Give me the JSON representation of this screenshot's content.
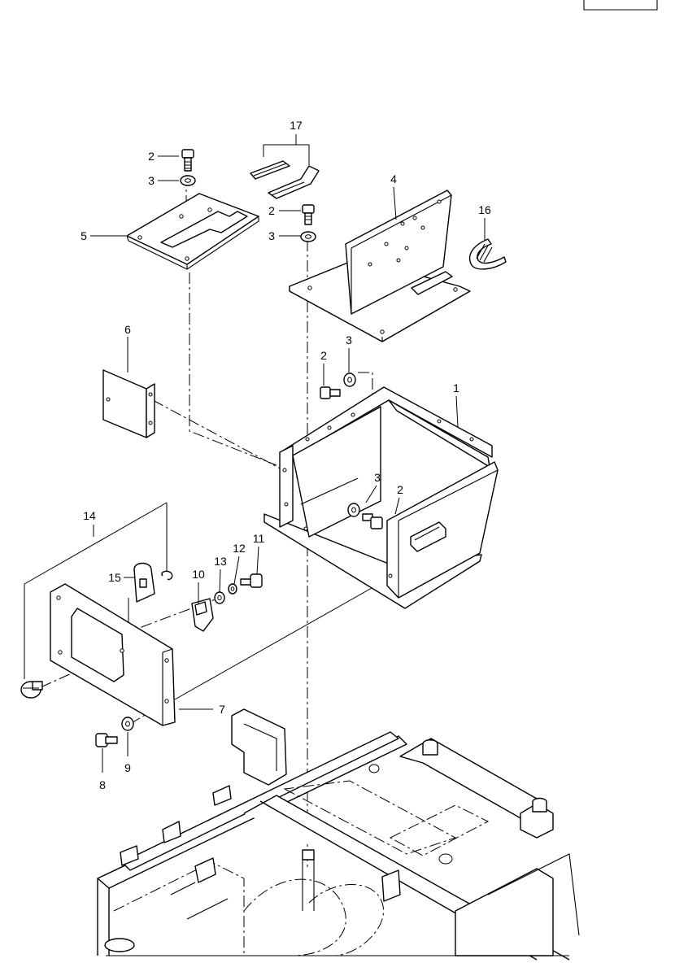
{
  "page_ref": "",
  "callouts": [
    {
      "id": "c1",
      "label": "1"
    },
    {
      "id": "c2a",
      "label": "2"
    },
    {
      "id": "c2b",
      "label": "2"
    },
    {
      "id": "c2c",
      "label": "2"
    },
    {
      "id": "c2d",
      "label": "2"
    },
    {
      "id": "c3a",
      "label": "3"
    },
    {
      "id": "c3b",
      "label": "3"
    },
    {
      "id": "c3c",
      "label": "3"
    },
    {
      "id": "c3d",
      "label": "3"
    },
    {
      "id": "c4",
      "label": "4"
    },
    {
      "id": "c5",
      "label": "5"
    },
    {
      "id": "c6",
      "label": "6"
    },
    {
      "id": "c7",
      "label": "7"
    },
    {
      "id": "c8",
      "label": "8"
    },
    {
      "id": "c9",
      "label": "9"
    },
    {
      "id": "c10",
      "label": "10"
    },
    {
      "id": "c11",
      "label": "11"
    },
    {
      "id": "c12",
      "label": "12"
    },
    {
      "id": "c13",
      "label": "13"
    },
    {
      "id": "c14",
      "label": "14"
    },
    {
      "id": "c15",
      "label": "15"
    },
    {
      "id": "c16",
      "label": "16"
    },
    {
      "id": "c17",
      "label": "17"
    }
  ]
}
